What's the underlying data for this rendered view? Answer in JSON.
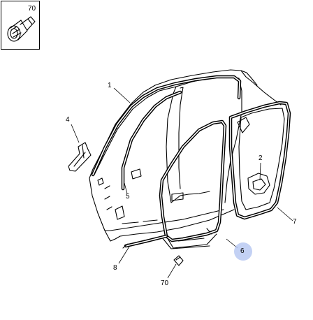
{
  "callouts": {
    "inset_clip": "70",
    "part_1": "1",
    "part_2": "2",
    "part_4": "4",
    "part_5": "5",
    "part_6": "6",
    "part_7": "7",
    "part_8": "8",
    "part_70_bottom": "70"
  },
  "highlight": {
    "color": "#b9c9f2",
    "selected_callout": "6"
  }
}
